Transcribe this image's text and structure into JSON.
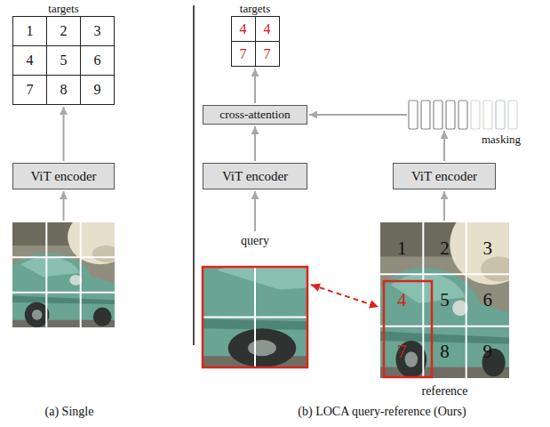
{
  "diagram": {
    "nodes": [
      {
        "text": [
          "targets"
        ]
      },
      {
        "text": [
          "1"
        ],
        "in": 0
      },
      {
        "text": [
          "2"
        ],
        "in": 0
      },
      {
        "text": [
          "3"
        ],
        "in": 0
      },
      {
        "text": [
          "4"
        ],
        "in": 0
      },
      {
        "text": [
          "5"
        ],
        "in": 0
      },
      {
        "text": [
          "6"
        ],
        "in": 0
      },
      {
        "text": [
          "7"
        ],
        "in": 0
      },
      {
        "text": [
          "8"
        ],
        "in": 0
      },
      {
        "text": [
          "9"
        ],
        "in": 0
      },
      {
        "text": [
          "ViT encoder"
        ]
      },
      {
        "text": [
          "targets"
        ]
      },
      {
        "text": [
          "4"
        ],
        "in": 11
      },
      {
        "text": [
          "4"
        ],
        "in": 11
      },
      {
        "text": [
          "7"
        ],
        "in": 11
      },
      {
        "text": [
          "7"
        ],
        "in": 11
      },
      {
        "text": [
          "cross-attention"
        ]
      },
      {
        "text": [
          "masking"
        ]
      },
      {
        "text": [
          "ViT encoder"
        ]
      },
      {
        "text": [
          "ViT encoder"
        ]
      },
      {
        "text": [
          "query"
        ]
      },
      {
        "text": [
          "reference"
        ]
      },
      {
        "text": [
          "1"
        ],
        "in": 21
      },
      {
        "text": [
          "2"
        ],
        "in": 21
      },
      {
        "text": [
          "3"
        ],
        "in": 21
      },
      {
        "text": [
          "4"
        ],
        "in": 21
      },
      {
        "text": [
          "5"
        ],
        "in": 21
      },
      {
        "text": [
          "6"
        ],
        "in": 21
      },
      {
        "text": [
          "7"
        ],
        "in": 21
      },
      {
        "text": [
          "8"
        ],
        "in": 21
      },
      {
        "text": [
          "9"
        ],
        "in": 21
      }
    ],
    "edges": [
      {
        "from": 10,
        "to": 0,
        "arrow": "to"
      },
      {
        "from": 16,
        "to": 11,
        "arrow": "to"
      },
      {
        "from": 17,
        "to": 16,
        "arrow": "to"
      },
      {
        "from": 19,
        "to": 17,
        "arrow": "to"
      },
      {
        "from": 18,
        "to": 16,
        "arrow": "to"
      },
      {
        "from": 20,
        "to": 18,
        "arrow": "to"
      },
      {
        "from": 21,
        "to": 19,
        "arrow": "to"
      },
      {
        "from": 20,
        "to": 21,
        "arrow": "both"
      }
    ],
    "labels": [
      "(a) Single",
      "(b) LOCA query-reference (Ours)"
    ]
  }
}
